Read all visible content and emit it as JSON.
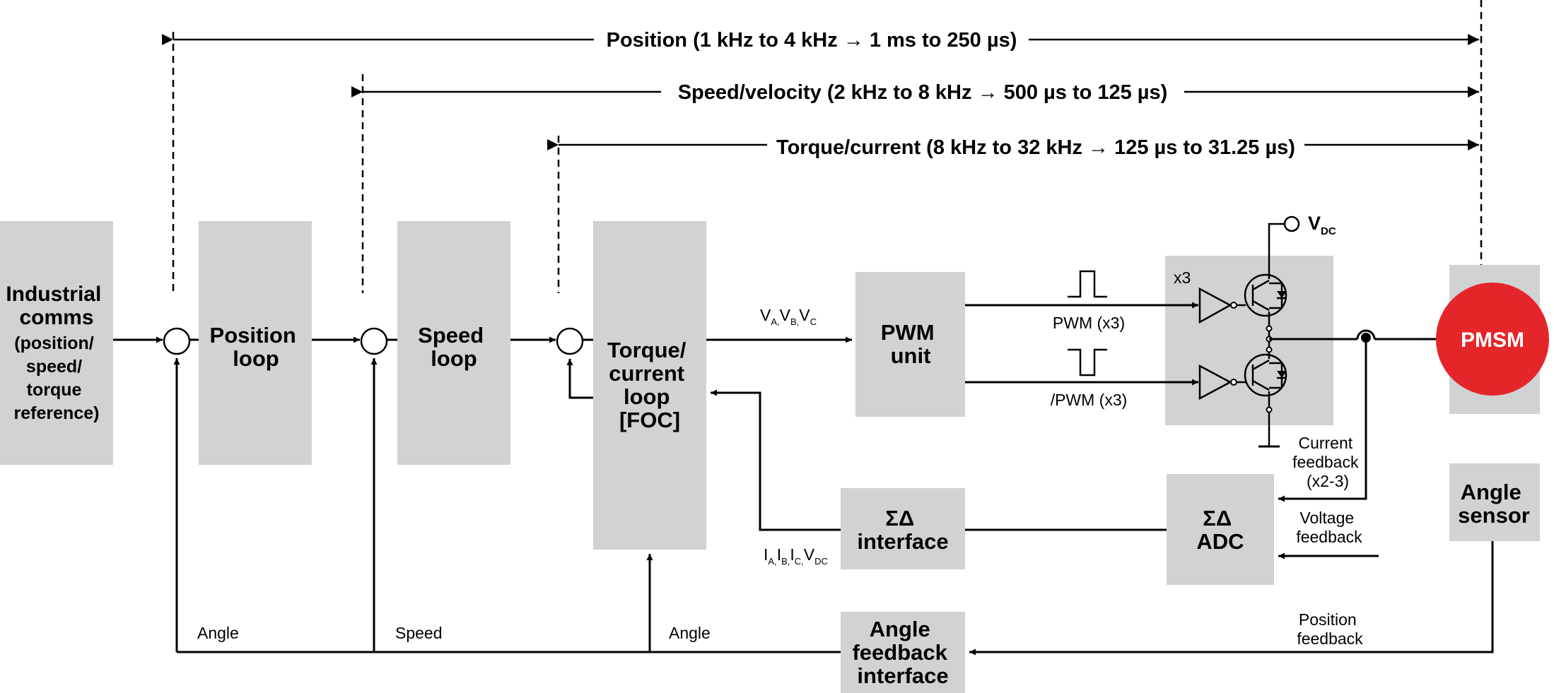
{
  "dimensions": {
    "position": "Position (1 kHz to 4 kHz → 1 ms to 250 µs)",
    "speed": "Speed/velocity (2 kHz to 8 kHz → 500 µs to 125 µs)",
    "torque": "Torque/current (8 kHz to 32 kHz → 125 µs to 31.25 µs)"
  },
  "blocks": {
    "industrial_comms": [
      "Industrial",
      "comms"
    ],
    "industrial_comms_sub": [
      "(position/",
      "speed/",
      "torque",
      "reference)"
    ],
    "position_loop": [
      "Position",
      "loop"
    ],
    "speed_loop": [
      "Speed",
      "loop"
    ],
    "torque_loop": [
      "Torque/",
      "current",
      "loop",
      "[FOC]"
    ],
    "pwm_unit": [
      "PWM",
      "unit"
    ],
    "sd_interface": [
      "ΣΔ",
      "interface"
    ],
    "sd_adc": [
      "ΣΔ",
      "ADC"
    ],
    "angle_sensor": [
      "Angle",
      "sensor"
    ],
    "angle_feedback": [
      "Angle",
      "feedback",
      "interface"
    ],
    "pmsm": "PMSM"
  },
  "signals": {
    "vabc": [
      "V",
      "A,",
      "V",
      "B,",
      "V",
      "C"
    ],
    "iabc": [
      "I",
      "A,",
      "I",
      "B,",
      "I",
      "C,",
      "V",
      "DC"
    ],
    "pwm": "PWM (x3)",
    "npwm": "/PWM (x3)",
    "x3": "x3",
    "vdc": [
      "V",
      "DC"
    ],
    "current_feedback": [
      "Current",
      "feedback",
      "(x2-3)"
    ],
    "voltage_feedback": [
      "Voltage",
      "feedback"
    ],
    "position_feedback": [
      "Position",
      "feedback"
    ],
    "angle1": "Angle",
    "speed": "Speed",
    "angle2": "Angle"
  },
  "colors": {
    "block": "#d1d2d4",
    "pmsm": "#e4262b"
  }
}
